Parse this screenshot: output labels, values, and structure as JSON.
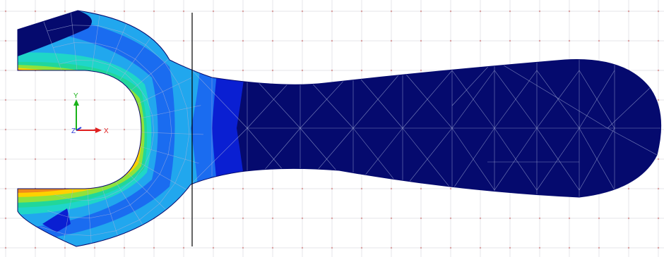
{
  "viewport": {
    "background": "#ffffff",
    "grid_line_color": "#e4e4ea",
    "grid_node_color": "#d9a0a0",
    "section_line_color": "#000000"
  },
  "model": {
    "mesh_edge_color": "#aab4dc",
    "stress_colormap": [
      "#050a6e",
      "#0a1fd2",
      "#1a6cf0",
      "#21a7ee",
      "#1fd6c8",
      "#21d79a",
      "#8ee23c",
      "#ffd100",
      "#f08a1a",
      "#d8451a"
    ]
  },
  "triad": {
    "x_label": "X",
    "y_label": "Y",
    "z_label": "Z",
    "x_color": "#e02020",
    "y_color": "#19b319",
    "z_color": "#2a3adc"
  }
}
